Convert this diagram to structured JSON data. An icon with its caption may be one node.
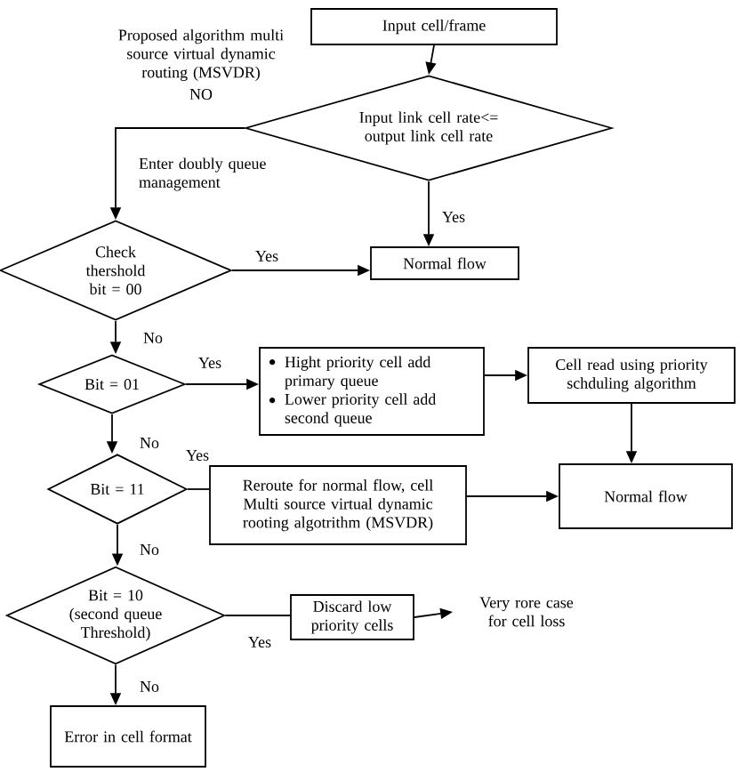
{
  "diagram": {
    "nodes": [
      {
        "text": [
          "Input cell/frame"
        ]
      },
      {
        "text": [
          "Input link cell rate<= output link cell rate"
        ]
      },
      {
        "text": [
          "Check thershold bit = 00"
        ]
      },
      {
        "text": [
          "Normal flow"
        ]
      },
      {
        "text": [
          "Bit = 01"
        ]
      },
      {
        "text": [
          "Hight priority cell add primary queue",
          "Lower priority cell add second queue"
        ]
      },
      {
        "text": [
          "Cell read using priority schduling algorithm"
        ]
      },
      {
        "text": [
          "Bit = 11"
        ]
      },
      {
        "text": [
          "Reroute for normal flow, cell Multi source virtual dynamic rooting algotrithm (MSVDR)"
        ]
      },
      {
        "text": [
          "Normal flow"
        ]
      },
      {
        "text": [
          "Bit = 10 (second queue Threshold)"
        ]
      },
      {
        "text": [
          "Discard low priority cells"
        ]
      },
      {
        "text": [
          "Very rore case for cell loss"
        ]
      },
      {
        "text": [
          "Error in cell format"
        ]
      }
    ],
    "edges": [
      {
        "from": 0,
        "to": 1,
        "arrow": "to"
      },
      {
        "from": 1,
        "to": 2,
        "arrow": "to",
        "label": "Enter doubly queue management"
      },
      {
        "from": 1,
        "to": 3,
        "arrow": "to",
        "label": "Yes"
      },
      {
        "from": 2,
        "to": 3,
        "arrow": "to",
        "label": "Yes"
      },
      {
        "from": 2,
        "to": 4,
        "arrow": "to",
        "label": "No"
      },
      {
        "from": 4,
        "to": 5,
        "arrow": "to",
        "label": "Yes"
      },
      {
        "from": 5,
        "to": 6,
        "arrow": "to"
      },
      {
        "from": 6,
        "to": 9,
        "arrow": "to"
      },
      {
        "from": 4,
        "to": 7,
        "arrow": "to",
        "label": "No"
      },
      {
        "from": 7,
        "to": 8,
        "arrow": "none",
        "label": "Yes"
      },
      {
        "from": 8,
        "to": 9,
        "arrow": "to"
      },
      {
        "from": 7,
        "to": 10,
        "arrow": "to",
        "label": "No"
      },
      {
        "from": 10,
        "to": 11,
        "arrow": "none",
        "label": "Yes"
      },
      {
        "from": 11,
        "to": 12,
        "arrow": "to"
      },
      {
        "from": 10,
        "to": 13,
        "arrow": "to",
        "label": "No"
      }
    ],
    "labels": [
      "Proposed algorithm multi source virtual dynamic routing (MSVDR)",
      "NO"
    ]
  }
}
